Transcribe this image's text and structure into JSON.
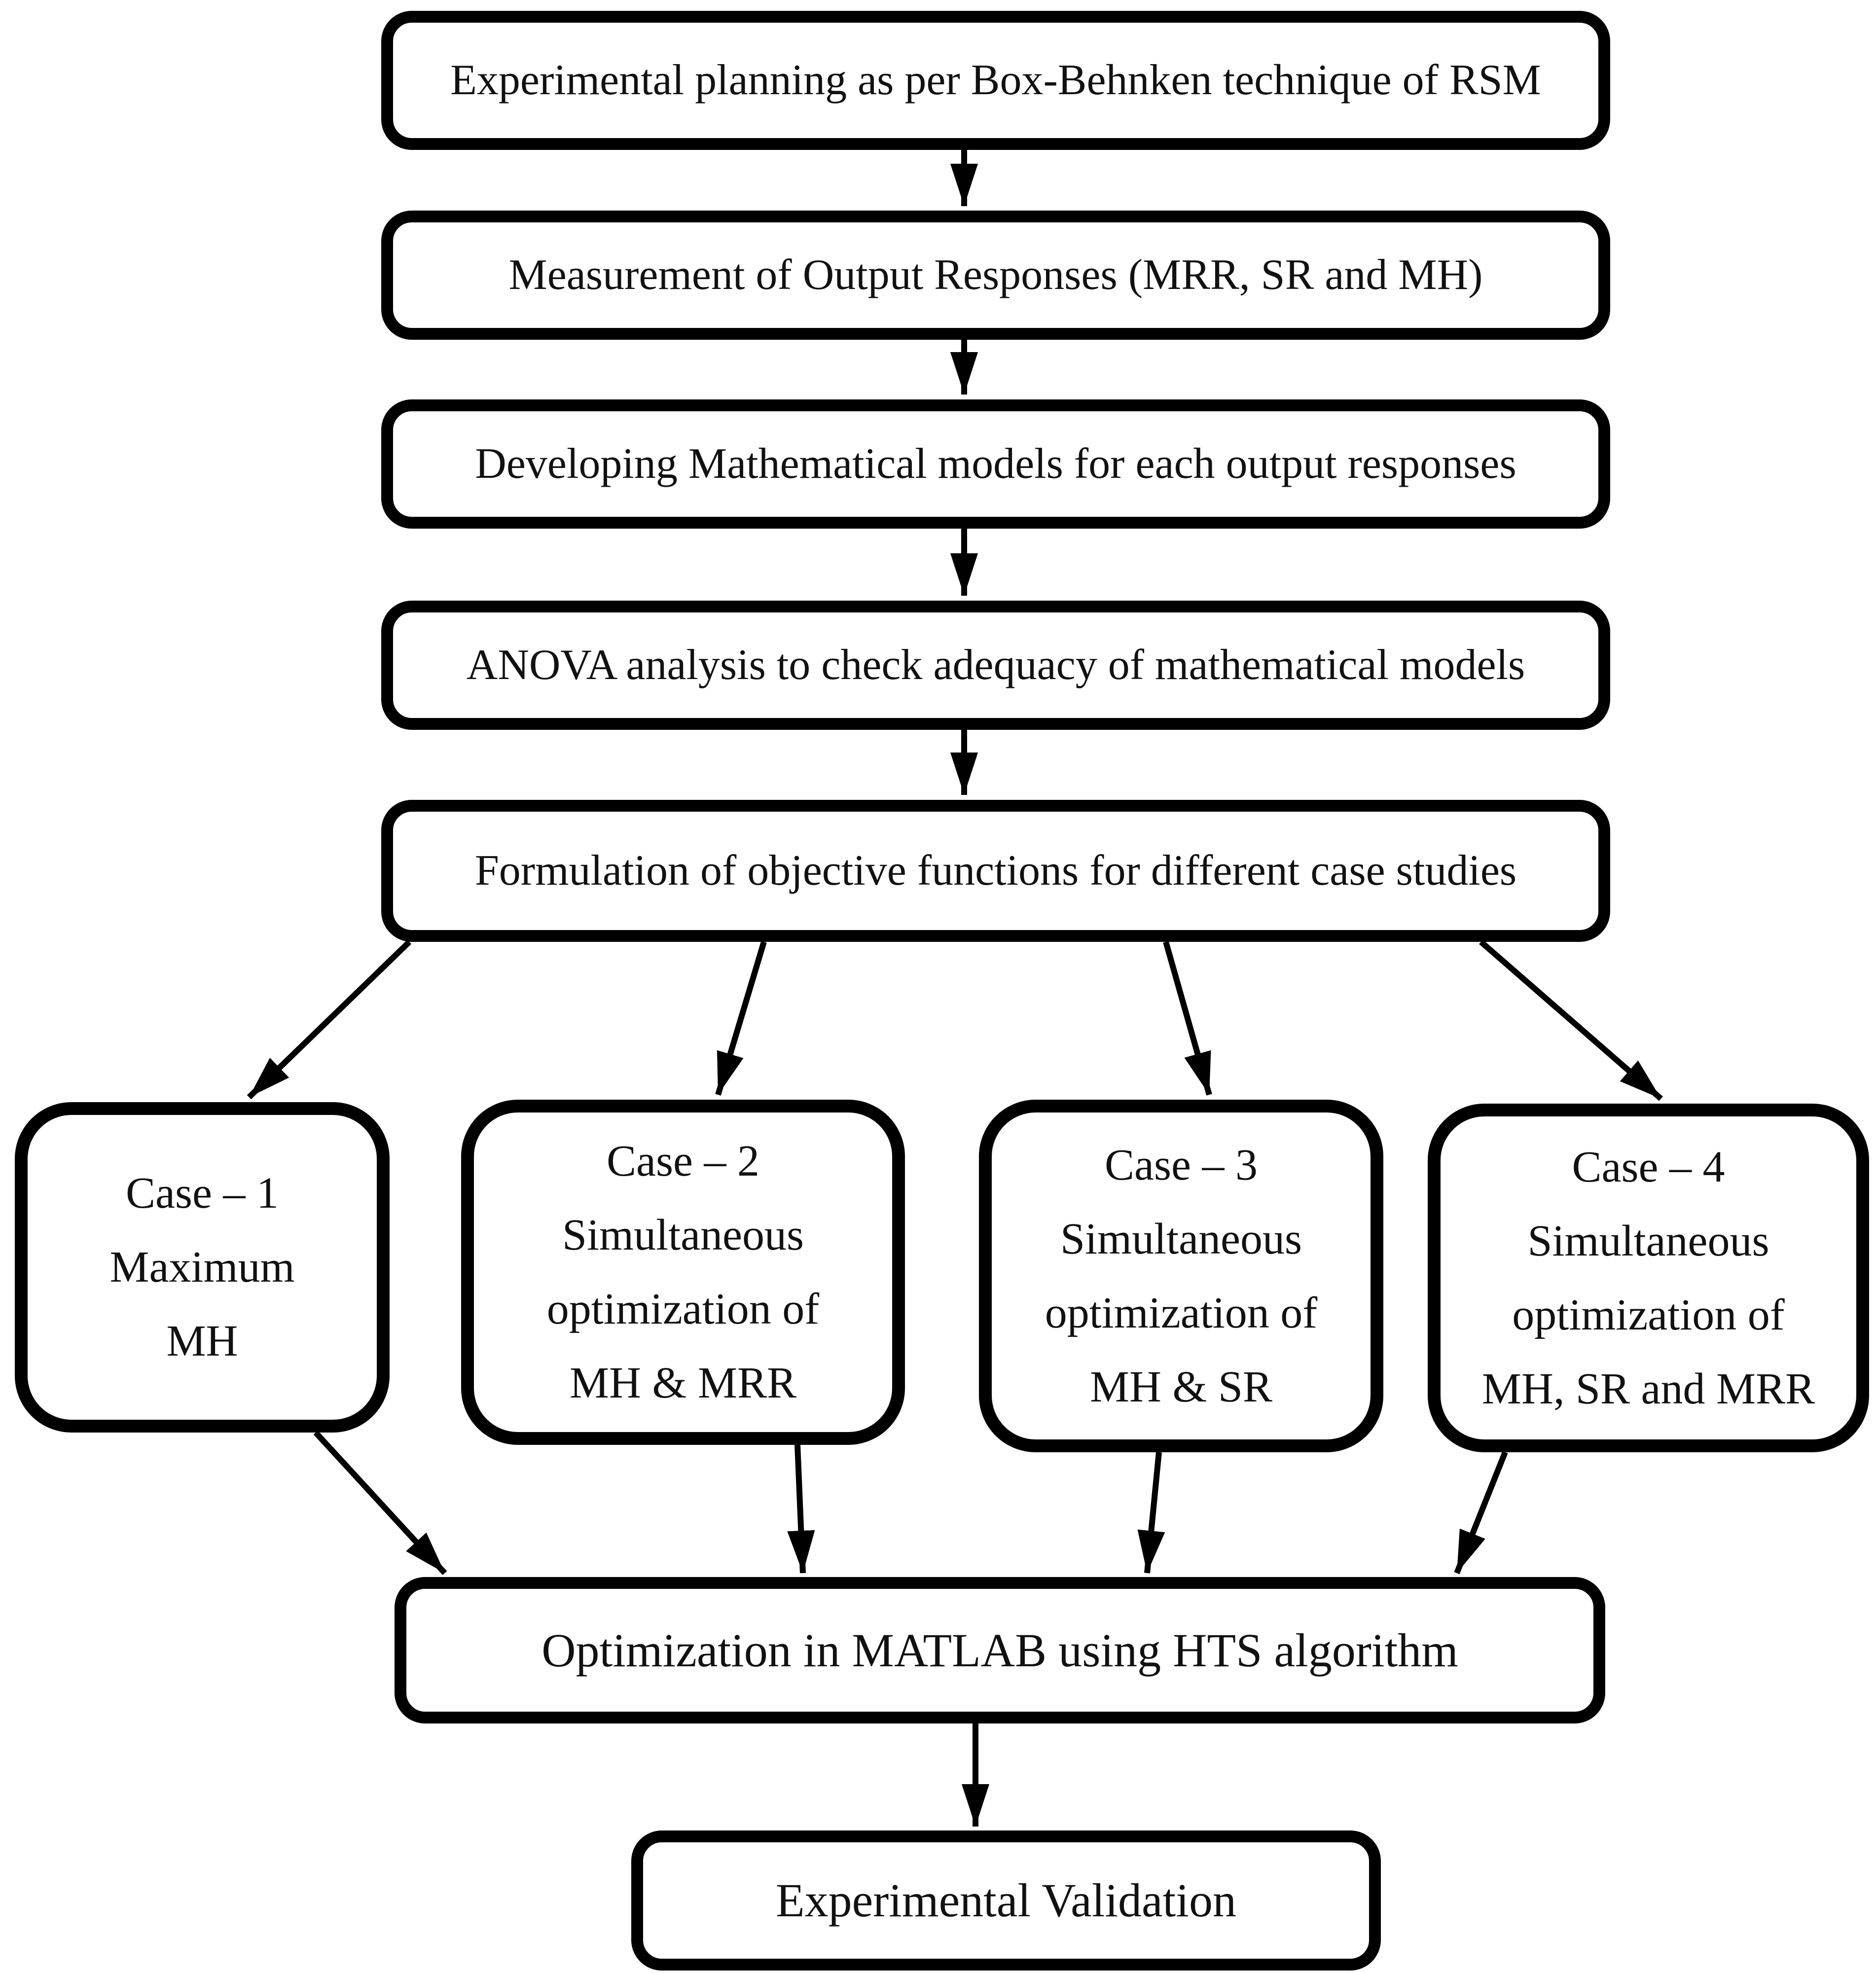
{
  "figure": {
    "type": "flowchart",
    "background_color": "#ffffff",
    "line_color": "#000000",
    "text_color": "#111111"
  },
  "steps": {
    "step1": "Experimental planning as per Box-Behnken technique of RSM",
    "step2": "Measurement of Output Responses (MRR, SR and MH)",
    "step3": "Developing Mathematical models for each output responses",
    "step4": "ANOVA analysis to check adequacy of mathematical models",
    "step5": "Formulation of objective functions for different case studies",
    "optimization": "Optimization in MATLAB using HTS algorithm",
    "validation": "Experimental Validation"
  },
  "cases": [
    {
      "lines": [
        "Case – 1",
        "Maximum",
        "MH"
      ]
    },
    {
      "lines": [
        "Case – 2",
        "Simultaneous",
        "optimization of",
        "MH & MRR"
      ]
    },
    {
      "lines": [
        "Case – 3",
        "Simultaneous",
        "optimization of",
        "MH & SR"
      ]
    },
    {
      "lines": [
        "Case – 4",
        "Simultaneous",
        "optimization of",
        "MH, SR and MRR"
      ]
    }
  ]
}
